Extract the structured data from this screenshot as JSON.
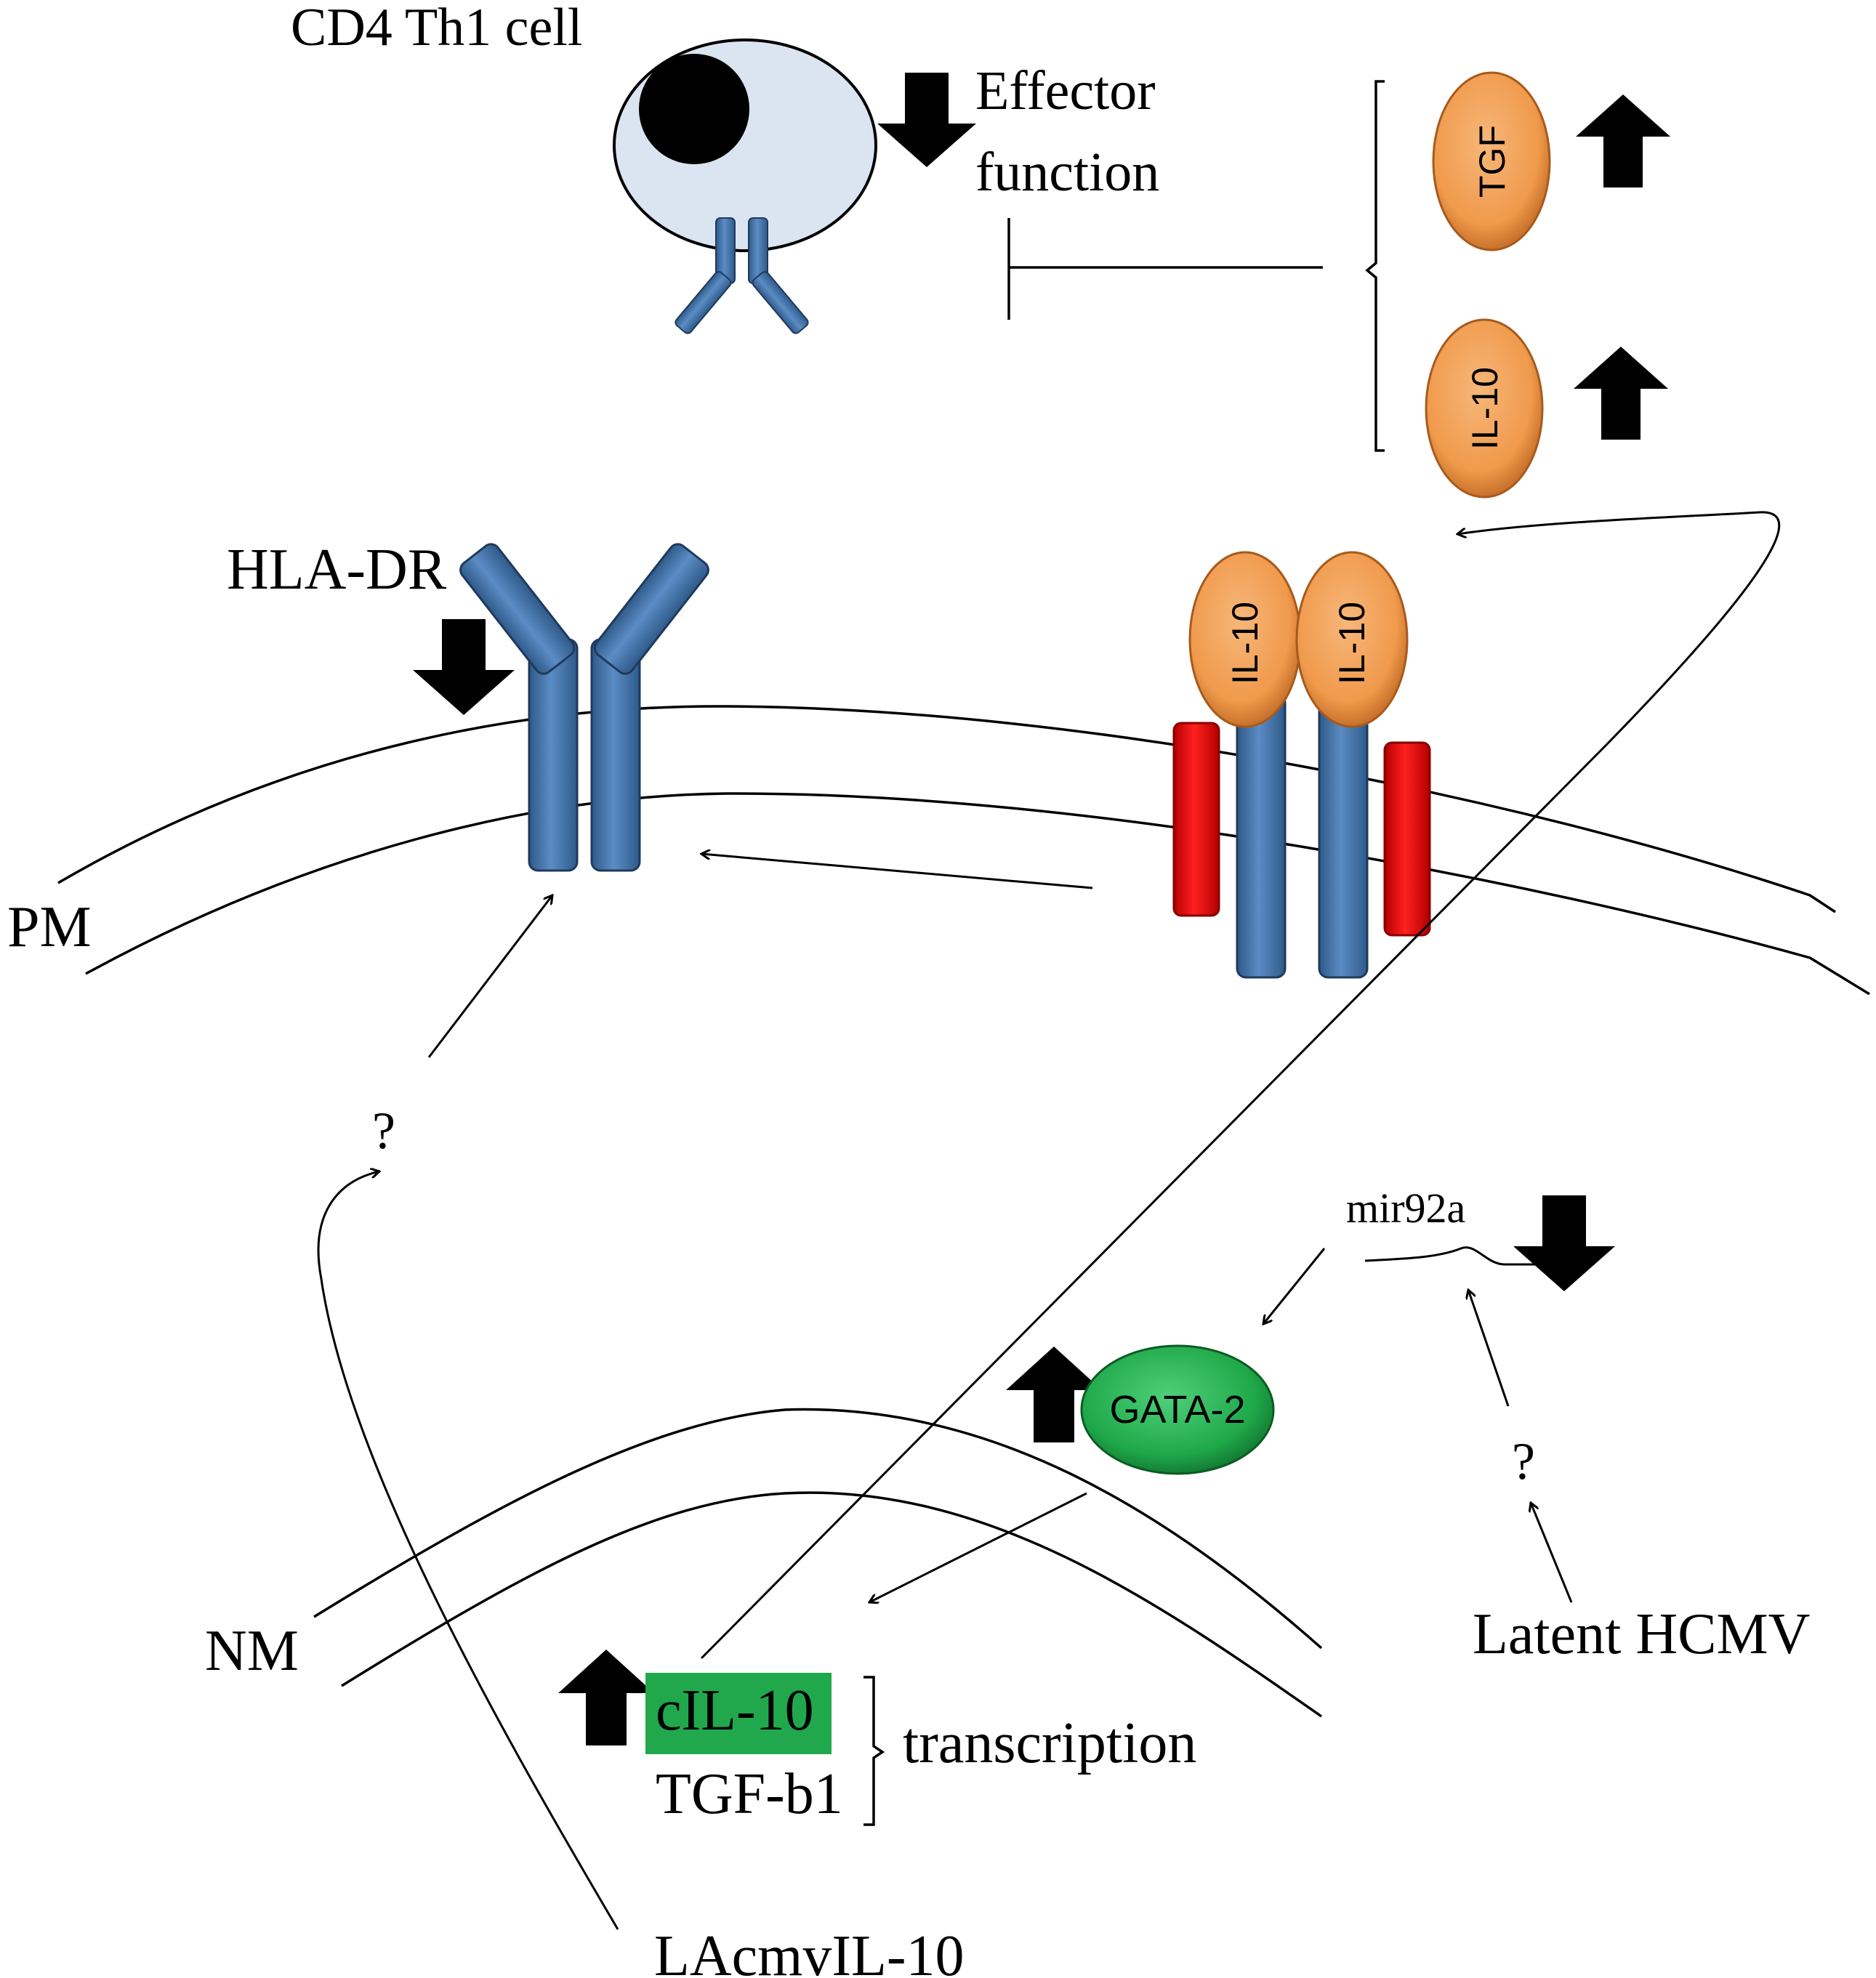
{
  "labels": {
    "cd4_cell": "CD4 Th1 cell",
    "effector_line1": "Effector",
    "effector_line2": "function",
    "tgf": "TGF",
    "il10_top": "IL-10",
    "hla_dr": "HLA-DR",
    "receptor_il10_left": "IL-10",
    "receptor_il10_right": "IL-10",
    "pm": "PM",
    "nm": "NM",
    "question_left": "?",
    "question_right": "?",
    "mir92a": "mir92a",
    "gata2": "GATA-2",
    "latent_hcmv": "Latent HCMV",
    "cil10": "cIL-10",
    "tgf_b1": "TGF-b1",
    "transcription": "transcription",
    "lacmvil10": "LAcmvIL-10"
  },
  "colors": {
    "cell_fill": "#dbe5f1",
    "receptor_blue": "#4a76a8",
    "receptor_blue_dark": "#2c4f78",
    "cytokine_orange": "#f0a055",
    "cytokine_orange_dark": "#c8702a",
    "receptor_red": "#e21010",
    "gata_green": "#22b04b",
    "highlight_green": "#21a84c",
    "arrow_black": "#000000"
  },
  "icons": {
    "up_arrow": "block-up-arrow-icon",
    "down_arrow": "block-down-arrow-icon",
    "inhibition": "inhibition-bar-icon"
  }
}
